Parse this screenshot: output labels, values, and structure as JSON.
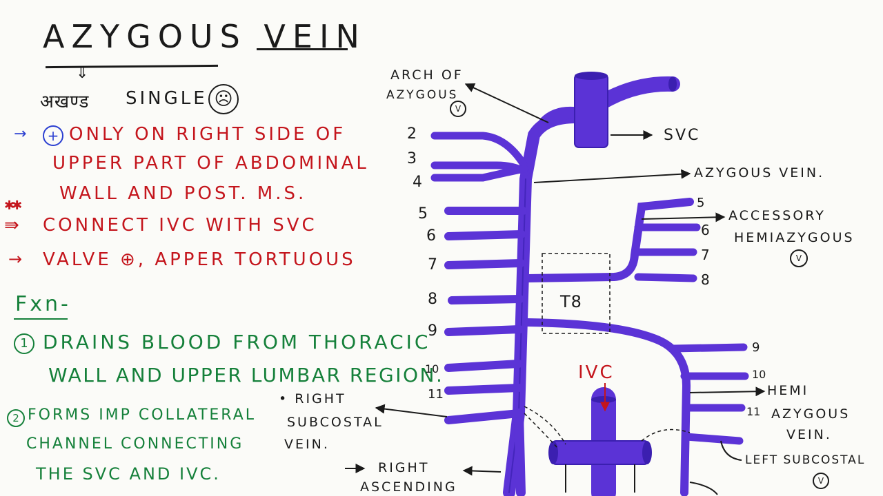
{
  "title": "Azygous Vein",
  "subtitle": {
    "hindi": "अखण्ड",
    "word": "Single"
  },
  "notes_red": [
    {
      "marker": "→",
      "text": "only on right side of"
    },
    {
      "marker": "",
      "text": "upper part of abdominal"
    },
    {
      "marker": "",
      "text": "wall and post. M.S."
    },
    {
      "marker": "⇛",
      "text": "connect IVC with SVC"
    },
    {
      "marker": "→",
      "text": "valve ⊕, apper tortuous"
    }
  ],
  "fxn_heading": "Fxn-",
  "functions": [
    {
      "num": "1",
      "line1": "Drains blood from thoracic",
      "line2": "wall and upper lumbar region."
    },
    {
      "num": "2",
      "line1": "forms imp collateral",
      "line2": "channel connecting",
      "line3": "the SVC and IVC."
    }
  ],
  "labels": {
    "arch": [
      "Arch of",
      "Azygous"
    ],
    "arch_v": "V",
    "svc": "SVC",
    "azygous_vein": "Azygous vein.",
    "accessory": [
      "Accessory",
      "hemiazygous"
    ],
    "accessory_v": "V",
    "t8": "T8",
    "ivc": "IVC",
    "hemi": [
      "Hemi",
      "azygous",
      "vein."
    ],
    "right_subcostal": [
      "• Right",
      "subcostal",
      "vein."
    ],
    "right_ascending": [
      "Right",
      "ascending"
    ],
    "left_subcostal": "Left subcostal",
    "left_subcostal_v": "V"
  },
  "left_numbers": [
    "2",
    "3",
    "4",
    "5",
    "6",
    "7",
    "8",
    "9",
    "10",
    "11"
  ],
  "right_numbers_upper": [
    "5",
    "6",
    "7",
    "8"
  ],
  "right_numbers_lower": [
    "9",
    "10",
    "11"
  ],
  "colors": {
    "vein": "#5b33d6",
    "vein_dark": "#3b1fb0",
    "red": "#c4151c",
    "green": "#15803a",
    "ink": "#1a1a1a"
  }
}
